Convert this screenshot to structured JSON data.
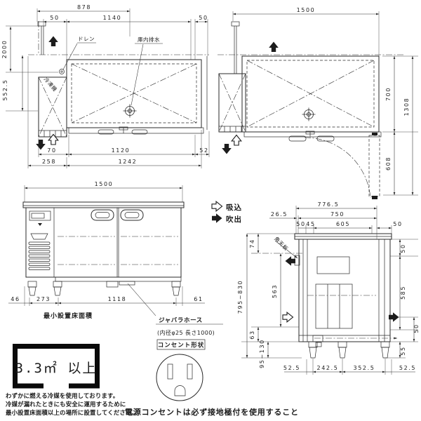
{
  "legend": {
    "intake_label": "吸込",
    "blowout_label": "吹出"
  },
  "plan_left": {
    "dims": {
      "overall_top": "878",
      "top_left_50": "50",
      "top_1140": "1140",
      "top_right_50": "50",
      "left_2000": "2000",
      "left_5525": "552.5",
      "bottom_70": "70",
      "bottom_1120": "1120",
      "bottom_52": "52",
      "bottom_258": "258",
      "bottom_1242": "1242"
    },
    "labels": {
      "drain": "ドレン",
      "cabinet_drain": "庫内排水",
      "condensing_unit": "冷凍機"
    }
  },
  "plan_right": {
    "dims": {
      "overall_top": "1500",
      "right_700": "700",
      "right_1308": "1308",
      "right_608": "608"
    }
  },
  "front": {
    "dims": {
      "overall_top": "1500",
      "bottom_46": "46",
      "bottom_273": "273",
      "bottom_1118": "1118",
      "bottom_61": "61"
    },
    "labels": {
      "min_floor_area": "最小設置床面積",
      "hose": "ジャバラホース",
      "hose_spec": "(内径φ25 長さ1000)"
    }
  },
  "rear": {
    "dims": {
      "top_7765": "776.5",
      "top_265": "26.5",
      "top_750": "750",
      "row_50a": "50",
      "row_45": "45",
      "row_605": "605",
      "row_50b": "50",
      "left_74": "74",
      "left_563": "563",
      "left_63": "63",
      "left_795_830": "795~830",
      "left_95_130": "95~130",
      "right_50a": "50",
      "right_585": "585",
      "right_50b": "50",
      "right_55": "55",
      "bottom_525a": "52.5",
      "bottom_2425": "242.5",
      "bottom_3525": "352.5",
      "bottom_525b": "52.5"
    },
    "labels": {
      "top_plate": "角天板"
    }
  },
  "floor_area": {
    "value": "3.3㎡ 以上"
  },
  "warning": {
    "line1": "わずかに燃える冷媒を使用しております。",
    "line2": "冷媒が漏れたときにも安全に運用するために",
    "line3": "最小設置床面積以上の場所に設置してください。"
  },
  "outlet": {
    "title": "コンセント形状",
    "note": "電源コンセントは必ず接地極付を使用すること"
  }
}
